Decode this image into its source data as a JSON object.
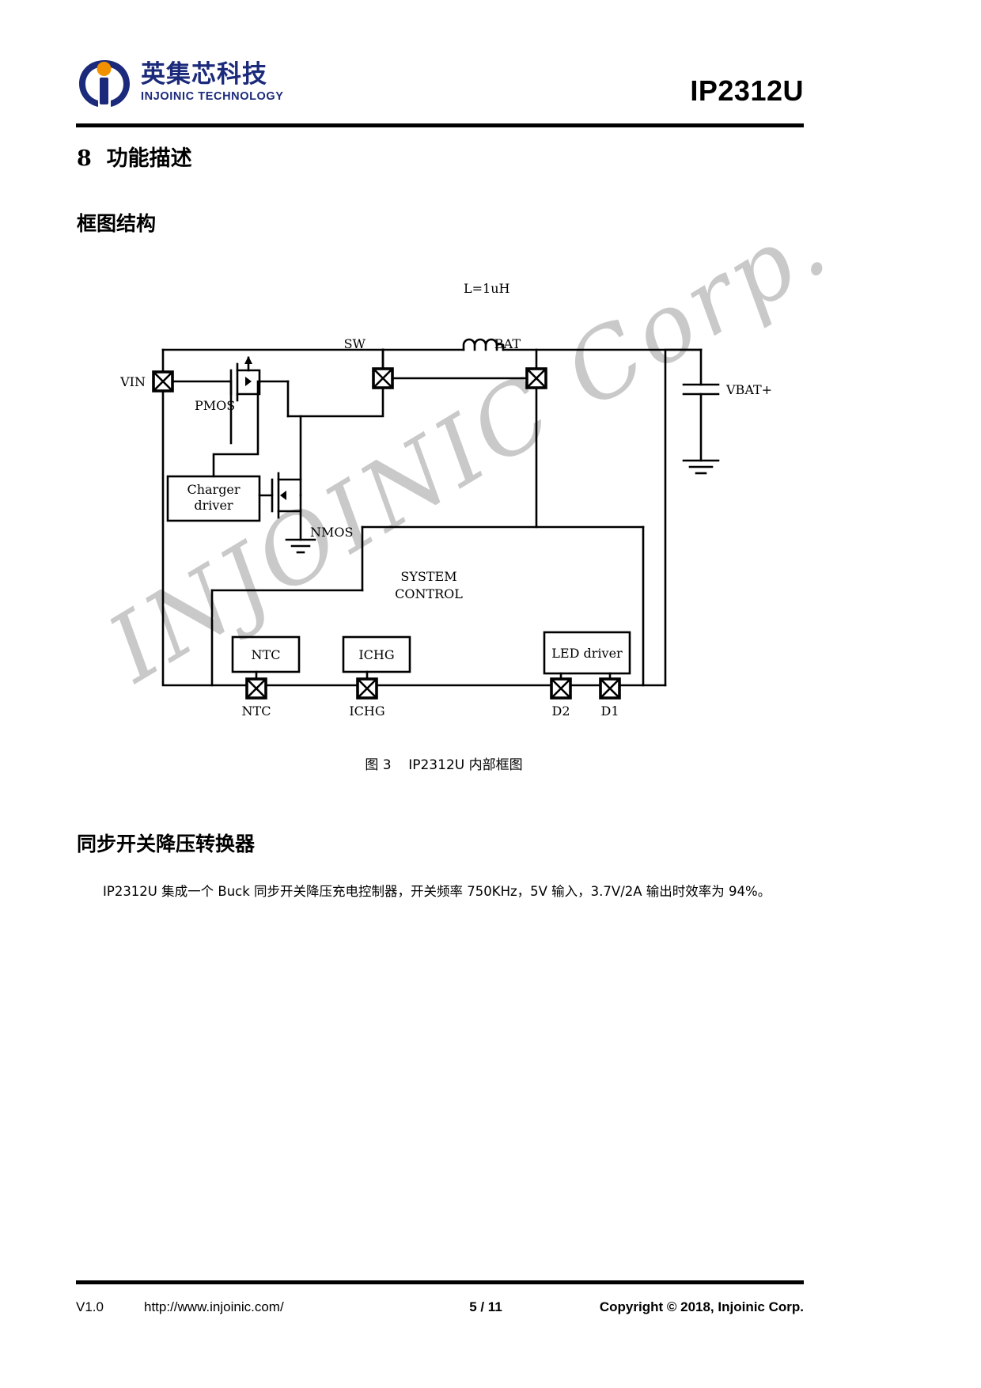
{
  "header": {
    "logo_cn": "英集芯科技",
    "logo_en": "INJOINIC TECHNOLOGY",
    "doc_title": "IP2312U",
    "brand_color": "#1b2a7a",
    "accent_color": "#f29100"
  },
  "headings": {
    "section_number": "8",
    "section_title": "8  功能描述",
    "subsection_1": "框图结构",
    "subsection_2": "同步开关降压转换器"
  },
  "figure": {
    "caption": "图 3    IP2312U 内部框图",
    "inductor_label": "L=1uH",
    "pins": [
      {
        "name": "VIN",
        "label": "VIN"
      },
      {
        "name": "SW",
        "label": "SW"
      },
      {
        "name": "BAT",
        "label": "BAT"
      },
      {
        "name": "NTC",
        "label": "NTC"
      },
      {
        "name": "ICHG",
        "label": "ICHG"
      },
      {
        "name": "D2",
        "label": "D2"
      },
      {
        "name": "D1",
        "label": "D1"
      }
    ],
    "blocks": [
      {
        "id": "charger-driver",
        "line1": "Charger",
        "line2": "driver"
      },
      {
        "id": "ntc",
        "line1": "NTC",
        "line2": ""
      },
      {
        "id": "ichg",
        "line1": "ICHG",
        "line2": ""
      },
      {
        "id": "led-driver",
        "line1": "LED driver",
        "line2": ""
      }
    ],
    "labels": {
      "pmos": "PMOS",
      "nmos": "NMOS",
      "system_control_1": "SYSTEM",
      "system_control_2": "CONTROL",
      "vbat": "VBAT+"
    }
  },
  "body": {
    "paragraph": "IP2312U 集成一个 Buck 同步开关降压充电控制器，开关频率 750KHz，5V 输入，3.7V/2A 输出时效率为 94%。"
  },
  "footer": {
    "version": "V1.0",
    "url": "http://www.injoinic.com/",
    "page": "5 / 11",
    "copyright": "Copyright © 2018, Injoinic Corp."
  },
  "watermark": {
    "text": "INJOINIC Corp.",
    "color": "#c9c9c9"
  }
}
